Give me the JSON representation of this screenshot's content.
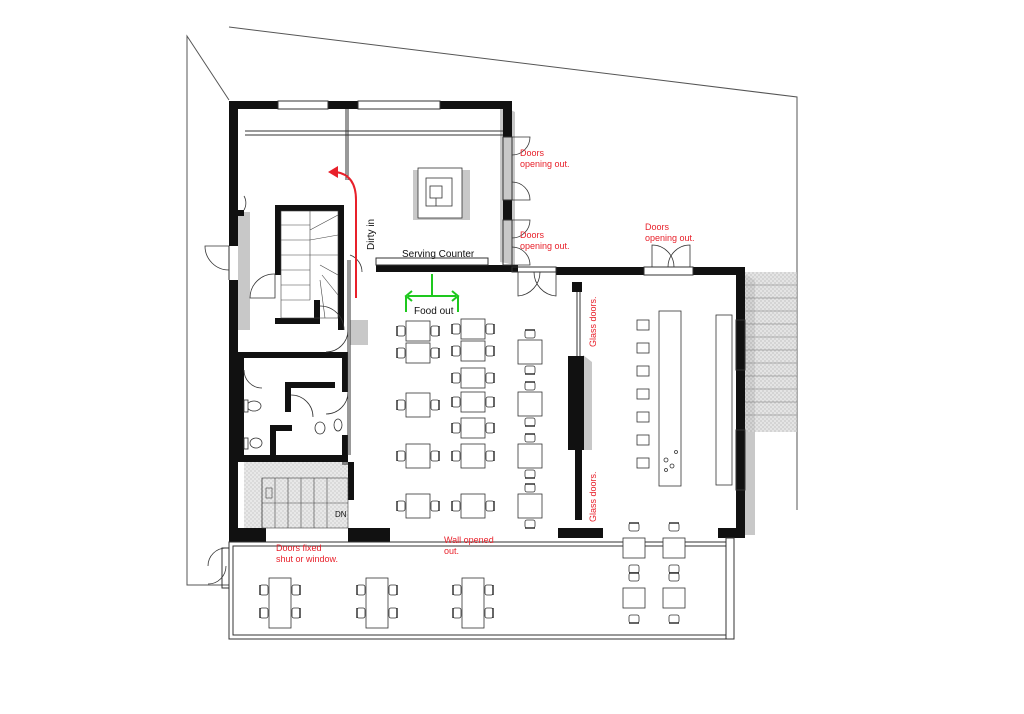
{
  "labels": {
    "serving_counter": "Serving Counter",
    "dirty_in": "Dirty in",
    "food_out": "Food out",
    "dn": "DN"
  },
  "notes": {
    "doors_out_1_a": "Doors",
    "doors_out_1_b": "opening out.",
    "doors_out_2_a": "Doors",
    "doors_out_2_b": "opening out.",
    "doors_out_3_a": "Doors",
    "doors_out_3_b": "opening out.",
    "glass_doors_upper": "Glass doors.",
    "glass_doors_lower": "Glass doors.",
    "wall_opened_a": "Wall opened",
    "wall_opened_b": "out.",
    "doors_fixed_a": "Doors fixed",
    "doors_fixed_b": "shut or window."
  },
  "colors": {
    "wall": "#111111",
    "note": "#e8202a",
    "food_out_arrow": "#1ec81e",
    "dirty_in_arrow": "#e8202a",
    "shadow": "#c8c8c8",
    "line": "#333333"
  }
}
